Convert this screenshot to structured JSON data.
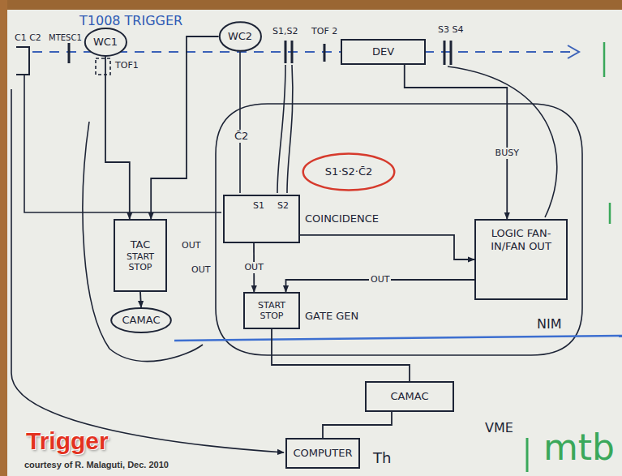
{
  "diagram": {
    "title": "T1008 TRIGGER",
    "caption": "courtesy of R. Malaguti, Dec. 2010",
    "nodes": [
      {
        "text": [
          "WC1"
        ]
      },
      {
        "text": [
          "WC2"
        ]
      },
      {
        "text": [
          "DEV"
        ]
      },
      {
        "text": [
          "COINCIDENCE"
        ]
      },
      {
        "text": [
          "TAC",
          "START",
          "STOP"
        ]
      },
      {
        "text": [
          "CAMAC"
        ]
      },
      {
        "text": [
          "START",
          "STOP",
          "GATE GEN"
        ]
      },
      {
        "text": [
          "LOGIC FAN-IN/FAN OUT"
        ]
      },
      {
        "text": [
          "CAMAC"
        ]
      },
      {
        "text": [
          "COMPUTER"
        ]
      },
      {
        "text": [
          "S1·S2·C̄2"
        ]
      }
    ],
    "edges": [
      {
        "from": 0,
        "to": 4,
        "arrow": "to"
      },
      {
        "from": 1,
        "to": 4,
        "arrow": "to"
      },
      {
        "from": 3,
        "to": 6,
        "label": "OUT",
        "arrow": "to"
      },
      {
        "from": 3,
        "to": 7,
        "arrow": "to"
      },
      {
        "from": 2,
        "to": 7,
        "label": "BUSY",
        "arrow": "to"
      },
      {
        "from": 7,
        "to": 6,
        "label": "OUT",
        "arrow": "to"
      },
      {
        "from": 4,
        "to": 5,
        "arrow": "to"
      },
      {
        "from": 6,
        "to": 8,
        "arrow": "none"
      },
      {
        "from": 8,
        "to": 9,
        "arrow": "none"
      }
    ],
    "labels": [
      "C1 C2",
      "MTESC1",
      "TOF1",
      "S1,S2",
      "TOF 2",
      "S3 S4",
      "C̄2",
      "S1",
      "S2",
      "OUT",
      "OUT",
      "NIM",
      "VME",
      "Th",
      "mtb",
      "Trigger"
    ]
  }
}
